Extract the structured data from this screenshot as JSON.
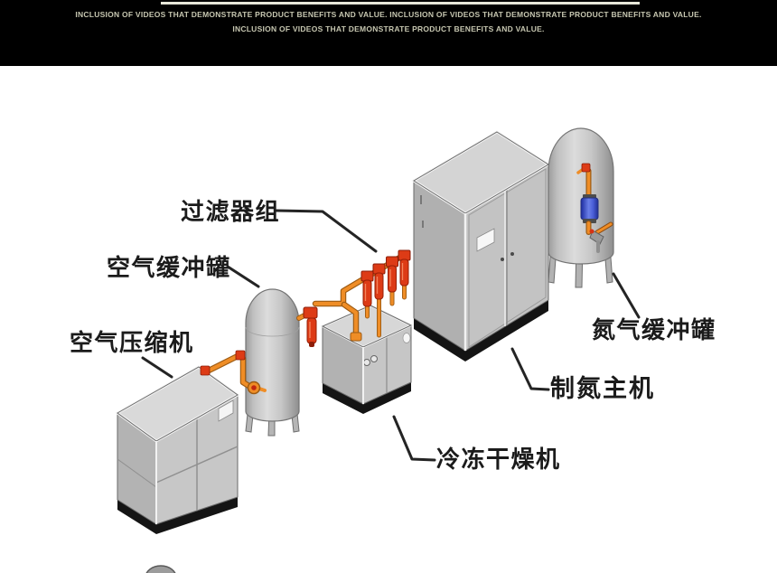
{
  "banner": {
    "line1": "INCLUSION OF VIDEOS THAT DEMONSTRATE PRODUCT BENEFITS AND VALUE. INCLUSION OF VIDEOS THAT DEMONSTRATE PRODUCT BENEFITS AND VALUE.",
    "line2": "INCLUSION OF VIDEOS THAT DEMONSTRATE PRODUCT BENEFITS AND VALUE.",
    "background": "#000000",
    "text_color": "#c6c6b0",
    "divider_color": "#e6e6d8"
  },
  "diagram": {
    "labels": [
      {
        "id": "filter-group",
        "text": "过滤器组"
      },
      {
        "id": "air-buffer-tank",
        "text": "空气缓冲罐"
      },
      {
        "id": "air-compressor",
        "text": "空气压缩机"
      },
      {
        "id": "freeze-dryer",
        "text": "冷冻干燥机"
      },
      {
        "id": "nitrogen-generator",
        "text": "制氮主机"
      },
      {
        "id": "nitrogen-buffer-tank",
        "text": "氮气缓冲罐"
      }
    ],
    "colors": {
      "pipe_orange": "#ef8d26",
      "pipe_outline": "#9c5a12",
      "fitting_red": "#dd3b16",
      "equipment_gray": "#c6c6c6",
      "flow_meter_blue": "#4b5fd8",
      "base_black": "#141414",
      "pointer_line": "#242424"
    }
  }
}
